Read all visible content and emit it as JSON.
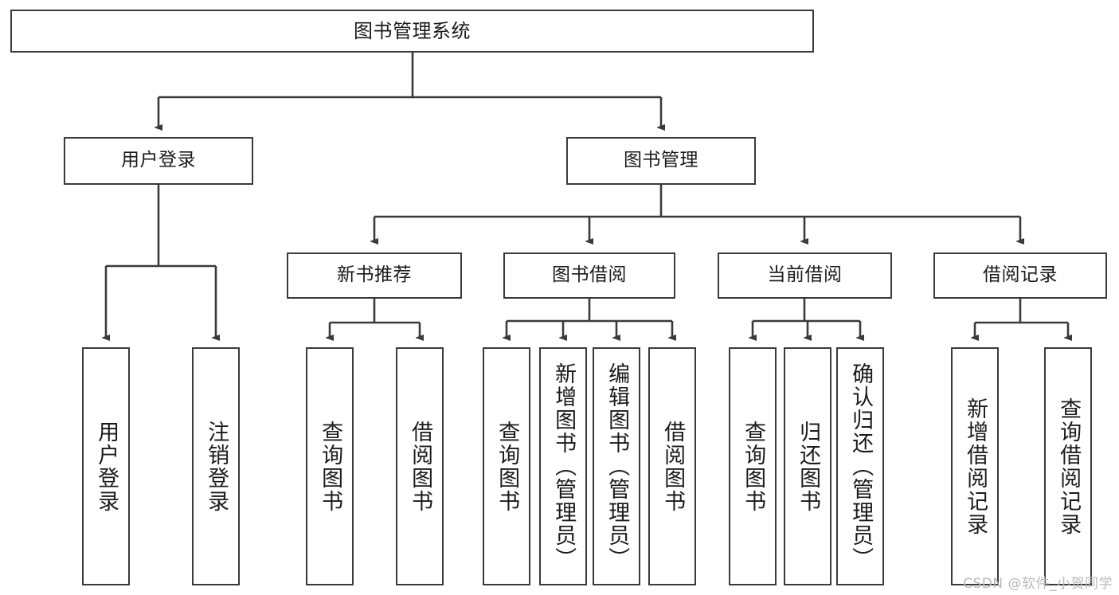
{
  "diagram": {
    "type": "tree",
    "title": "图书管理系统",
    "orientation": "top-down",
    "root": {
      "id": "root",
      "label": "图书管理系统"
    },
    "level2": [
      {
        "id": "user-login",
        "label": "用户登录"
      },
      {
        "id": "book-manage",
        "label": "图书管理"
      }
    ],
    "level3": [
      {
        "id": "new-book-recommend",
        "label": "新书推荐",
        "parent": "book-manage"
      },
      {
        "id": "book-borrow",
        "label": "图书借阅",
        "parent": "book-manage"
      },
      {
        "id": "current-borrow",
        "label": "当前借阅",
        "parent": "book-manage"
      },
      {
        "id": "borrow-record",
        "label": "借阅记录",
        "parent": "book-manage"
      }
    ],
    "leaves": [
      {
        "id": "leaf-user-login",
        "label": "用户登录",
        "parent": "user-login"
      },
      {
        "id": "leaf-logout",
        "label": "注销登录",
        "parent": "user-login"
      },
      {
        "id": "leaf-query-book-1",
        "label": "查询图书",
        "parent": "new-book-recommend"
      },
      {
        "id": "leaf-borrow-book-1",
        "label": "借阅图书",
        "parent": "new-book-recommend"
      },
      {
        "id": "leaf-query-book-2",
        "label": "查询图书",
        "parent": "book-borrow"
      },
      {
        "id": "leaf-add-book",
        "label": "新增图书（管理员）",
        "parent": "book-borrow"
      },
      {
        "id": "leaf-edit-book",
        "label": "编辑图书（管理员）",
        "parent": "book-borrow"
      },
      {
        "id": "leaf-borrow-book-2",
        "label": "借阅图书",
        "parent": "book-borrow"
      },
      {
        "id": "leaf-query-book-3",
        "label": "查询图书",
        "parent": "current-borrow"
      },
      {
        "id": "leaf-return-book",
        "label": "归还图书",
        "parent": "current-borrow"
      },
      {
        "id": "leaf-confirm-return",
        "label": "确认归还（管理员）",
        "parent": "current-borrow"
      },
      {
        "id": "leaf-add-record",
        "label": "新增借阅记录",
        "parent": "borrow-record"
      },
      {
        "id": "leaf-query-record",
        "label": "查询借阅记录",
        "parent": "borrow-record"
      }
    ],
    "colors": {
      "stroke": "#3a3a3a",
      "fill": "#ffffff",
      "text": "#1b1b1b",
      "watermark": "#b9b9b9"
    }
  },
  "watermark": {
    "text": "CSDN @软件_小贺同学"
  }
}
